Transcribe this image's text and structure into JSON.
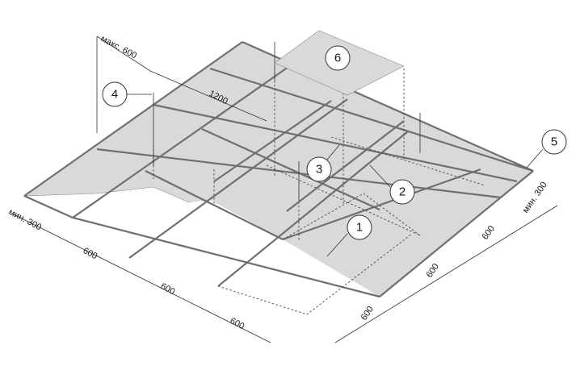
{
  "callouts": {
    "c1": "1",
    "c2": "2",
    "c3": "3",
    "c4": "4",
    "c5": "5",
    "c6": "6"
  },
  "dimensions": {
    "max_600": "макс. 600",
    "dim_1200": "1200",
    "min_300_left": "мин. 300",
    "min_300_right": "мин. 300",
    "left_600_a": "600",
    "left_600_b": "600",
    "left_600_c": "600",
    "right_600_a": "600",
    "right_600_b": "600",
    "right_600_c": "600"
  }
}
